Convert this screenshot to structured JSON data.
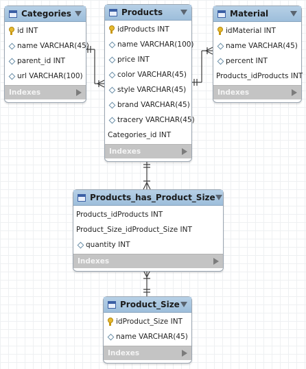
{
  "tables": [
    {
      "id": "categories",
      "title": "Categories",
      "columns": [
        {
          "text": "id INT",
          "icon": "key-icon"
        },
        {
          "text": "name VARCHAR(45)",
          "icon": "diamond-icon"
        },
        {
          "text": "parent_id INT",
          "icon": "diamond-icon"
        },
        {
          "text": "url VARCHAR(100)",
          "icon": "diamond-icon"
        }
      ],
      "indexes_label": "Indexes"
    },
    {
      "id": "products",
      "title": "Products",
      "columns": [
        {
          "text": "idProducts INT",
          "icon": "key-icon"
        },
        {
          "text": "name VARCHAR(100)",
          "icon": "diamond-icon"
        },
        {
          "text": "price INT",
          "icon": "diamond-icon"
        },
        {
          "text": "color VARCHAR(45)",
          "icon": "diamond-icon"
        },
        {
          "text": "style VARCHAR(45)",
          "icon": "diamond-icon"
        },
        {
          "text": "brand VARCHAR(45)",
          "icon": "diamond-icon"
        },
        {
          "text": "tracery VARCHAR(45)",
          "icon": "diamond-icon"
        },
        {
          "text": "Categories_id INT",
          "icon": "none"
        }
      ],
      "indexes_label": "Indexes"
    },
    {
      "id": "material",
      "title": "Material",
      "columns": [
        {
          "text": "idMaterial INT",
          "icon": "key-icon"
        },
        {
          "text": "name VARCHAR(45)",
          "icon": "diamond-icon"
        },
        {
          "text": "percent INT",
          "icon": "diamond-icon"
        },
        {
          "text": "Products_idProducts INT",
          "icon": "none"
        }
      ],
      "indexes_label": "Indexes"
    },
    {
      "id": "products-has-product-size",
      "title": "Products_has_Product_Size",
      "columns": [
        {
          "text": "Products_idProducts INT",
          "icon": "none"
        },
        {
          "text": "Product_Size_idProduct_Size INT",
          "icon": "none"
        },
        {
          "text": "quantity INT",
          "icon": "diamond-icon"
        }
      ],
      "indexes_label": "Indexes"
    },
    {
      "id": "product-size",
      "title": "Product_Size",
      "columns": [
        {
          "text": "idProduct_Size INT",
          "icon": "key-icon"
        },
        {
          "text": "name VARCHAR(45)",
          "icon": "diamond-icon"
        }
      ],
      "indexes_label": "Indexes"
    }
  ]
}
